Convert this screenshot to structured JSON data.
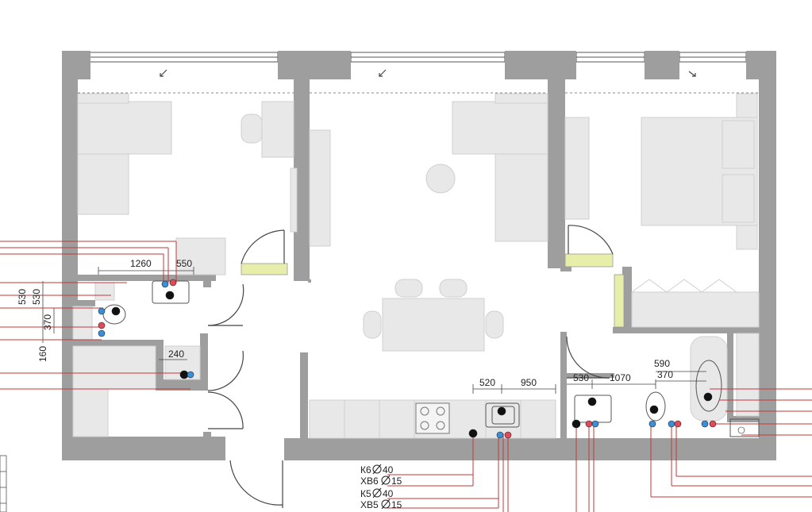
{
  "dimensions": {
    "d1260": "1260",
    "d550": "550",
    "d530a": "530",
    "d530b": "530",
    "d370a": "370",
    "d160": "160",
    "d240": "240",
    "d520": "520",
    "d950": "950",
    "d530c": "530",
    "d1070": "1070",
    "d590": "590",
    "d370b": "370"
  },
  "pipe_legend": [
    {
      "code": "К6",
      "diameter": "40"
    },
    {
      "code": "ХВ6",
      "diameter": "15"
    },
    {
      "code": "К5",
      "diameter": "40"
    },
    {
      "code": "ХВ5",
      "diameter": "15"
    }
  ],
  "colors": {
    "wall": "#9e9e9e",
    "furniture": "#e8e8e8",
    "riser_line": "#c0393b",
    "cold_water": "#3a8fd8",
    "hot_water": "#e04a5a",
    "drain": "#111111",
    "door_threshold": "#e6eeaa"
  }
}
